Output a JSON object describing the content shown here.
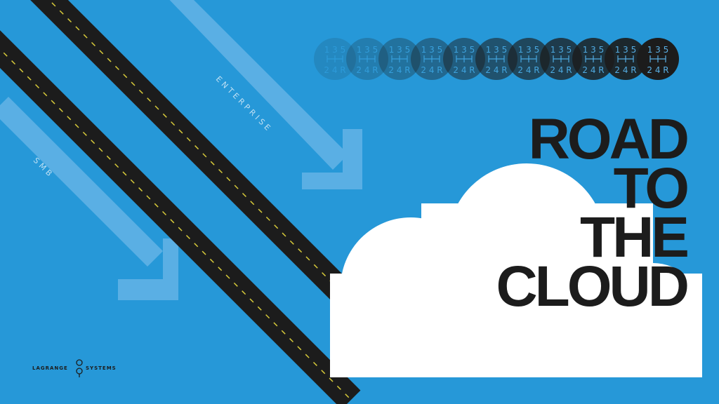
{
  "slide": {
    "title_lines": [
      "ROAD",
      "TO",
      "THE",
      "CLOUD"
    ],
    "arrow_labels": {
      "enterprise": "ENTERPRISE",
      "smb": "SMB"
    },
    "logo": {
      "left_word": "LAGRANGE",
      "right_word": "SYSTEMS",
      "icon": "infinity-pin-icon"
    },
    "gear_shift": {
      "top_row": "1 3 5",
      "bottom_row": "2 4 R",
      "count": 11,
      "icon": "gear-shift-pattern-icon"
    }
  },
  "colors": {
    "background": "#2698d8",
    "road": "#1c1c1c",
    "lane_marking": "#d6c93a",
    "cloud": "#ffffff",
    "arrow": "#5aafe4",
    "title": "#1c1c1c"
  }
}
